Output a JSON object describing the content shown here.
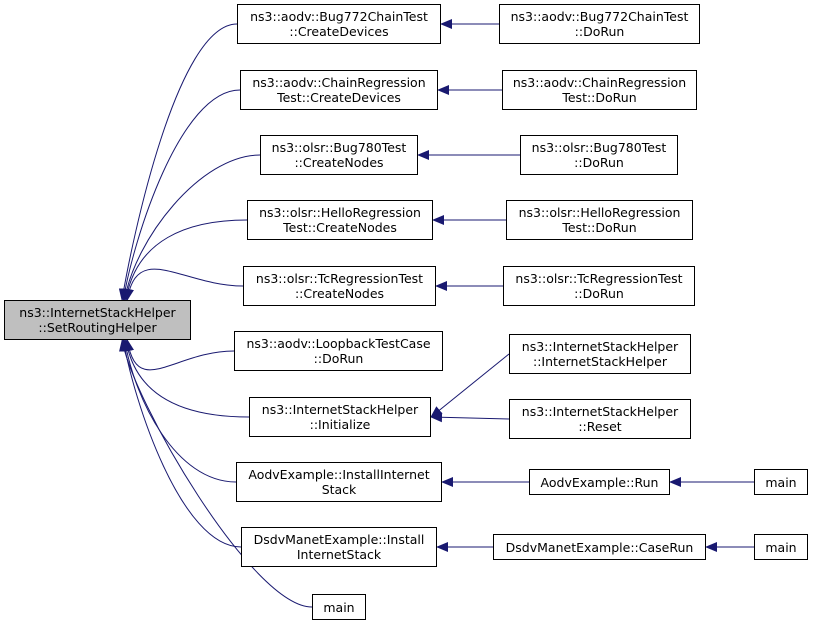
{
  "colors": {
    "edge": "#191970",
    "root_fill": "#bfbfbf",
    "node_fill": "#ffffff",
    "border": "#000000"
  },
  "nodes": {
    "root": {
      "lines": [
        "ns3::InternetStackHelper",
        "::SetRoutingHelper"
      ]
    },
    "bug772_cd": {
      "lines": [
        "ns3::aodv::Bug772ChainTest",
        "::CreateDevices"
      ]
    },
    "bug772_run": {
      "lines": [
        "ns3::aodv::Bug772ChainTest",
        "::DoRun"
      ]
    },
    "chainreg_cd": {
      "lines": [
        "ns3::aodv::ChainRegression",
        "Test::CreateDevices"
      ]
    },
    "chainreg_run": {
      "lines": [
        "ns3::aodv::ChainRegression",
        "Test::DoRun"
      ]
    },
    "bug780_cn": {
      "lines": [
        "ns3::olsr::Bug780Test",
        "::CreateNodes"
      ]
    },
    "bug780_run": {
      "lines": [
        "ns3::olsr::Bug780Test",
        "::DoRun"
      ]
    },
    "hello_cn": {
      "lines": [
        "ns3::olsr::HelloRegression",
        "Test::CreateNodes"
      ]
    },
    "hello_run": {
      "lines": [
        "ns3::olsr::HelloRegression",
        "Test::DoRun"
      ]
    },
    "tc_cn": {
      "lines": [
        "ns3::olsr::TcRegressionTest",
        "::CreateNodes"
      ]
    },
    "tc_run": {
      "lines": [
        "ns3::olsr::TcRegressionTest",
        "::DoRun"
      ]
    },
    "loopback": {
      "lines": [
        "ns3::aodv::LoopbackTestCase",
        "::DoRun"
      ]
    },
    "init": {
      "lines": [
        "ns3::InternetStackHelper",
        "::Initialize"
      ]
    },
    "ish_ctor": {
      "lines": [
        "ns3::InternetStackHelper",
        "::InternetStackHelper"
      ]
    },
    "ish_reset": {
      "lines": [
        "ns3::InternetStackHelper",
        "::Reset"
      ]
    },
    "aodv_install": {
      "lines": [
        "AodvExample::InstallInternet",
        "Stack"
      ]
    },
    "aodv_run": {
      "lines": [
        "AodvExample::Run"
      ]
    },
    "main1": {
      "lines": [
        "main"
      ]
    },
    "dsdv_install": {
      "lines": [
        "DsdvManetExample::Install",
        "InternetStack"
      ]
    },
    "dsdv_caserun": {
      "lines": [
        "DsdvManetExample::CaseRun"
      ]
    },
    "main2": {
      "lines": [
        "main"
      ]
    },
    "main3": {
      "lines": [
        "main"
      ]
    }
  },
  "edges": [
    [
      "bug772_cd",
      "root"
    ],
    [
      "chainreg_cd",
      "root"
    ],
    [
      "bug780_cn",
      "root"
    ],
    [
      "hello_cn",
      "root"
    ],
    [
      "tc_cn",
      "root"
    ],
    [
      "loopback",
      "root"
    ],
    [
      "init",
      "root"
    ],
    [
      "aodv_install",
      "root"
    ],
    [
      "dsdv_install",
      "root"
    ],
    [
      "main3",
      "root"
    ],
    [
      "bug772_run",
      "bug772_cd"
    ],
    [
      "chainreg_run",
      "chainreg_cd"
    ],
    [
      "bug780_run",
      "bug780_cn"
    ],
    [
      "hello_run",
      "hello_cn"
    ],
    [
      "tc_run",
      "tc_cn"
    ],
    [
      "ish_ctor",
      "init"
    ],
    [
      "ish_reset",
      "init"
    ],
    [
      "aodv_run",
      "aodv_install"
    ],
    [
      "main1",
      "aodv_run"
    ],
    [
      "dsdv_caserun",
      "dsdv_install"
    ],
    [
      "main2",
      "dsdv_caserun"
    ]
  ]
}
